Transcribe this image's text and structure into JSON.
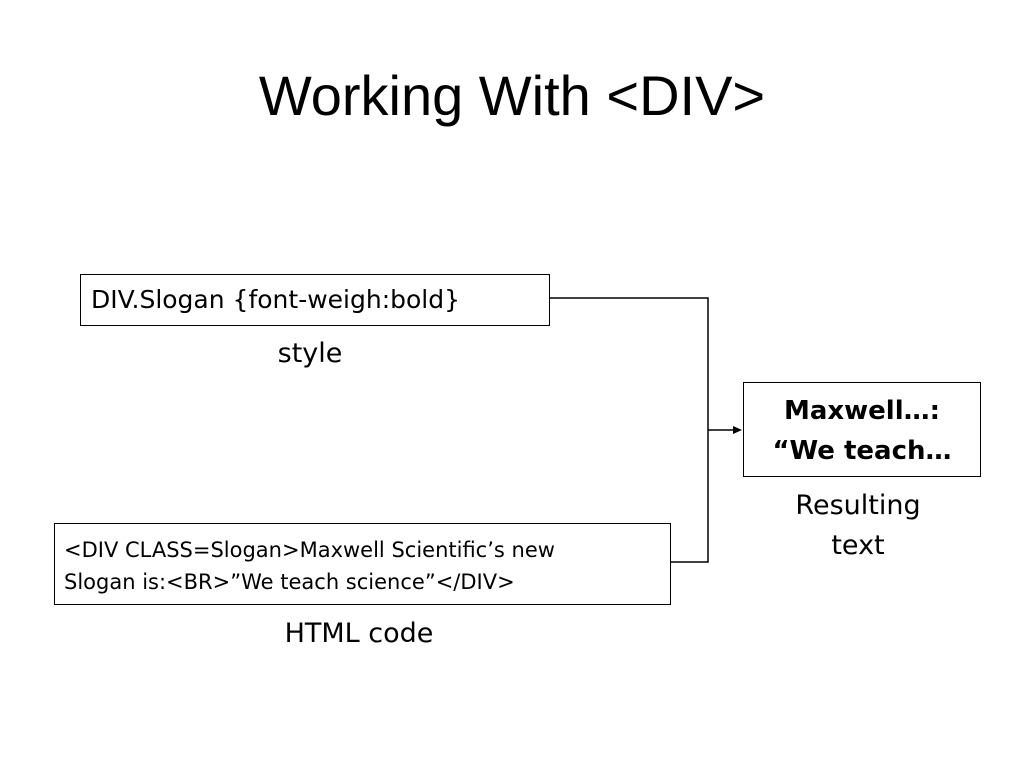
{
  "slide": {
    "title": "Working With <DIV>",
    "style_box": {
      "text": "DIV.Slogan {font-weigh:bold}",
      "caption": "style"
    },
    "html_box": {
      "line1": "<DIV CLASS=Slogan>Maxwell Scientific’s new",
      "line2": "Slogan is:<BR>”We teach science”</DIV>",
      "caption": "HTML code"
    },
    "result_box": {
      "line1": "Maxwell…:",
      "line2": "“We teach…",
      "caption_line1": "Resulting",
      "caption_line2": "text"
    }
  }
}
